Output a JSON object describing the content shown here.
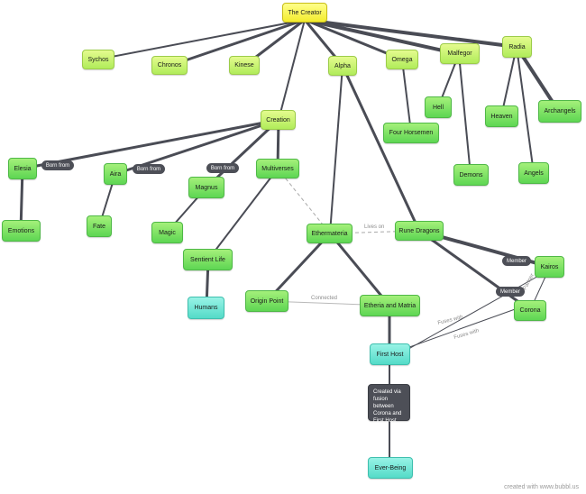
{
  "nodes": {
    "creator": "The Creator",
    "sychos": "Sychos",
    "chronos": "Chronos",
    "kinese": "Kinese",
    "alpha": "Alpha",
    "omega": "Omega",
    "malfegor": "Malfegor",
    "radia": "Radia",
    "hell": "Hell",
    "heaven": "Heaven",
    "archangels": "Archangels",
    "four_horsemen": "Four Horsemen",
    "demons": "Demons",
    "angels": "Angels",
    "creation": "Creation",
    "elesia": "Elesia",
    "aira": "Aira",
    "multiverses": "Multiverses",
    "magnus": "Magnus",
    "emotions": "Emotions",
    "fate": "Fate",
    "magic": "Magic",
    "ethermateria": "Ethermateria",
    "rune_dragons": "Rune Dragons",
    "kairos": "Kairos",
    "sentient_life": "Sentient Life",
    "humans": "Humans",
    "origin_point": "Origin Point",
    "etheria_matria": "Etheria and Matria",
    "corona": "Corona",
    "first_host": "First Host",
    "fusion_note": "Created via fusion between Corona and First Host",
    "ever_being": "Ever-Being"
  },
  "labels": {
    "born_from_1": "Born from",
    "born_from_2": "Born from",
    "born_from_3": "Born from",
    "member_1": "Member",
    "member_2": "Member",
    "lives_on": "Lives on",
    "connected": "Connected",
    "fuses_with_1": "Fuses with",
    "fuses_with_2": "Fuses with",
    "partner": "Partner"
  },
  "watermark": "created with www.bubbl.us"
}
